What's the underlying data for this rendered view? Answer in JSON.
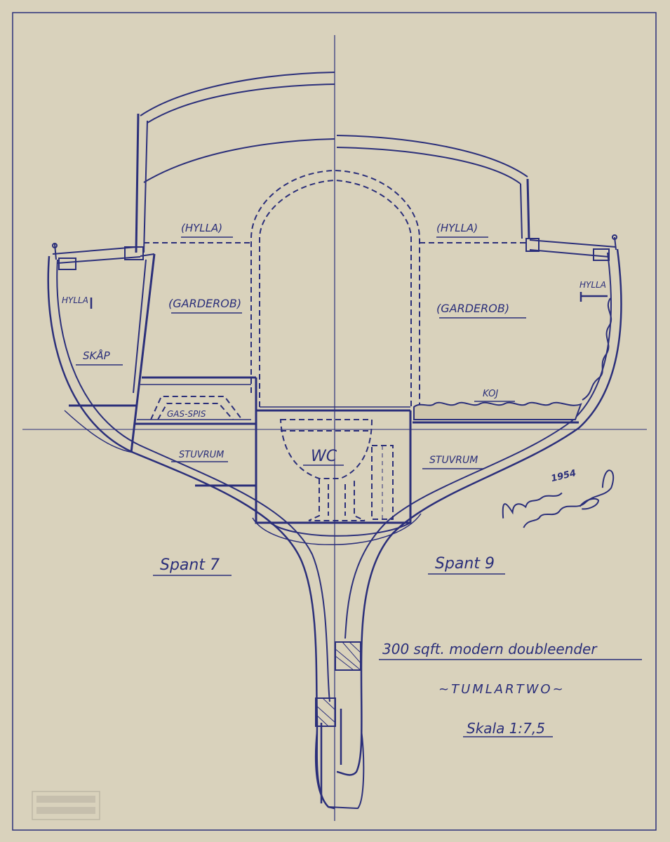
{
  "labels": {
    "hylla_left_top": "(HYLLA)",
    "hylla_right_top": "(HYLLA)",
    "hylla_left_side": "HYLLA",
    "hylla_right_side": "HYLLA",
    "garderob_left": "(GARDEROB)",
    "garderob_right": "(GARDEROB)",
    "skap": "SKÅP",
    "gas_spis": "GAS-SPIS",
    "koj": "KOJ",
    "stuvrum_left": "STUVRUM",
    "stuvrum_right": "STUVRUM",
    "wc": "WC"
  },
  "frames": {
    "left": "Spant 7",
    "right": "Spant 9"
  },
  "title_block": {
    "line1": "300 sqft. modern doubleender",
    "line2": "~TUMLARTWO~",
    "line3": "Skala 1:7,5"
  },
  "signature": {
    "year": "1954"
  },
  "colors": {
    "paper": "#d9d2bc",
    "ink": "#2b2f7a"
  }
}
